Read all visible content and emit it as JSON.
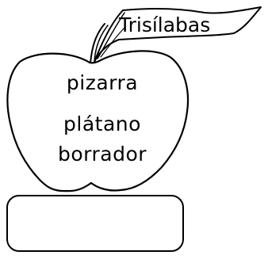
{
  "leaf": {
    "label": "Trisílabas"
  },
  "apple": {
    "words": [
      "pizarra",
      "plátano",
      "borrador"
    ]
  },
  "answer_box": {
    "value": ""
  }
}
